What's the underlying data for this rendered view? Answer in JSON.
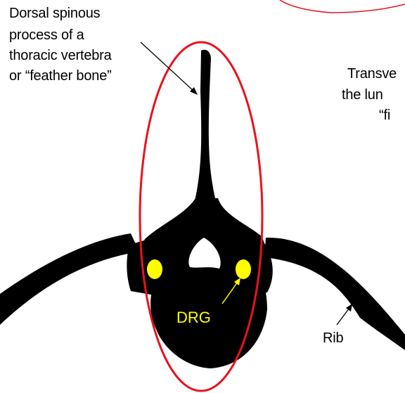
{
  "labels": {
    "dorsal_spinous": [
      "Dorsal spinous",
      "process of a",
      "thoracic vertebra",
      "or  “feather bone”"
    ],
    "transverse_partial": [
      "Transve",
      "the lun",
      "“fi"
    ],
    "drg": "DRG",
    "rib": "Rib"
  },
  "colors": {
    "bone": "#000000",
    "outline": "#e8121e",
    "ganglion": "#ffff00",
    "text": "#000000"
  }
}
